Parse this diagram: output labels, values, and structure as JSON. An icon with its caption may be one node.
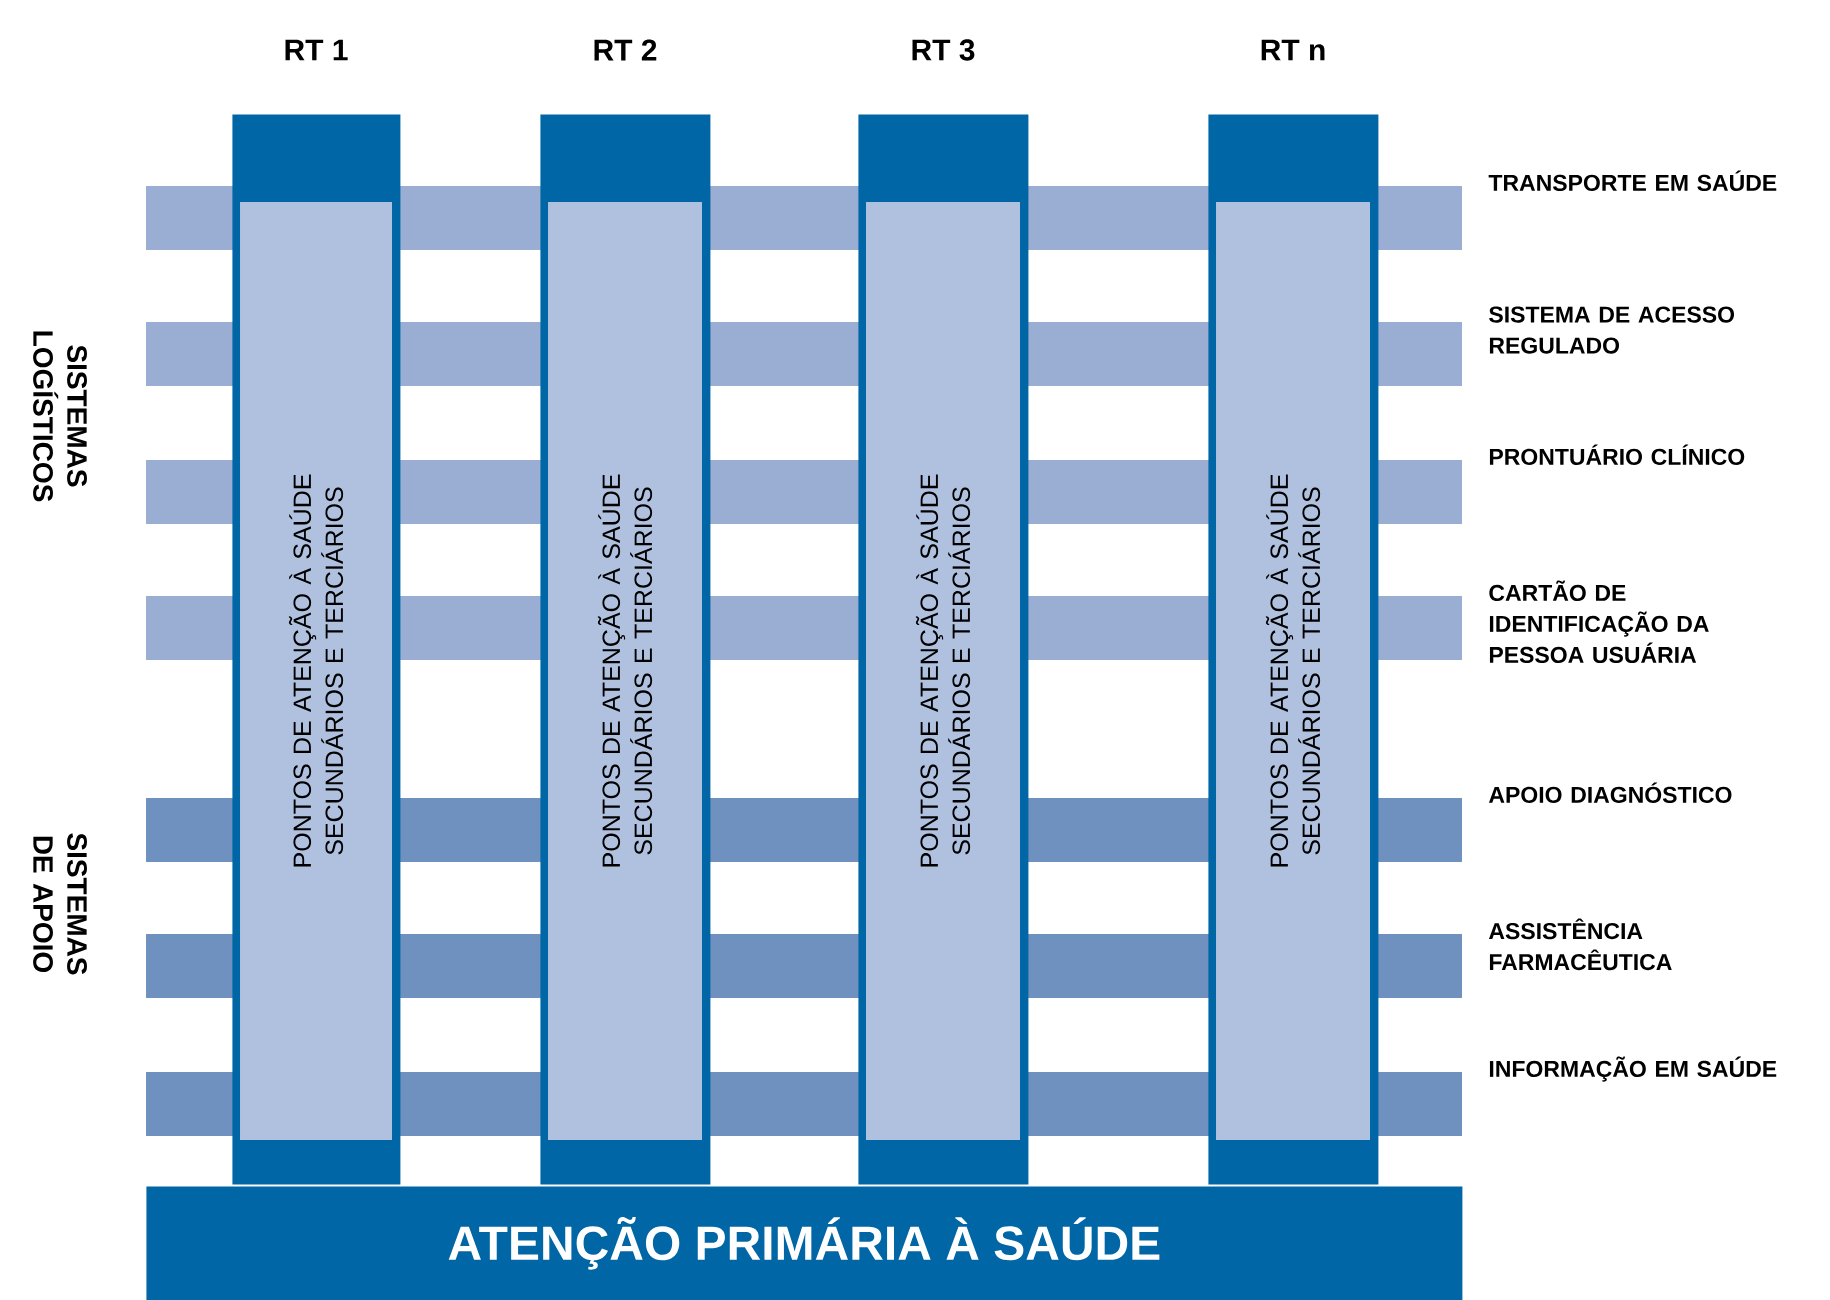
{
  "diagram": {
    "nodes": [
      {
        "text": [
          "RT 1"
        ]
      },
      {
        "text": [
          "PONTOS DE ATENÇÃO À SAÚDE SECUNDÁRIOS E TERCIÁRIOS"
        ],
        "in": 0
      },
      {
        "text": [
          "RT 2"
        ]
      },
      {
        "text": [
          "PONTOS DE ATENÇÃO À SAÚDE SECUNDÁRIOS E TERCIÁRIOS"
        ],
        "in": 2
      },
      {
        "text": [
          "RT 3"
        ]
      },
      {
        "text": [
          "PONTOS DE ATENÇÃO À SAÚDE SECUNDÁRIOS E TERCIÁRIOS"
        ],
        "in": 4
      },
      {
        "text": [
          "RT n"
        ]
      },
      {
        "text": [
          "PONTOS DE ATENÇÃO À SAÚDE SECUNDÁRIOS E TERCIÁRIOS"
        ],
        "in": 6
      },
      {
        "text": [
          "TRANSPORTE EM SAÚDE"
        ]
      },
      {
        "text": [
          "SISTEMA DE ACESSO REGULADO"
        ]
      },
      {
        "text": [
          "PRONTUÁRIO CLÍNICO"
        ]
      },
      {
        "text": [
          "CARTÃO DE IDENTIFICAÇÃO DA PESSOA USUÁRIA"
        ]
      },
      {
        "text": [
          "APOIO DIAGNÓSTICO"
        ]
      },
      {
        "text": [
          "ASSISTÊNCIA FARMACÊUTICA"
        ]
      },
      {
        "text": [
          "INFORMAÇÃO EM SAÚDE"
        ]
      },
      {
        "text": [
          "ATENÇÃO PRIMÁRIA À SAÚDE"
        ]
      }
    ],
    "labels": [
      "SISTEMAS LOGÍSTICOS",
      "SISTEMAS DE APOIO"
    ]
  }
}
